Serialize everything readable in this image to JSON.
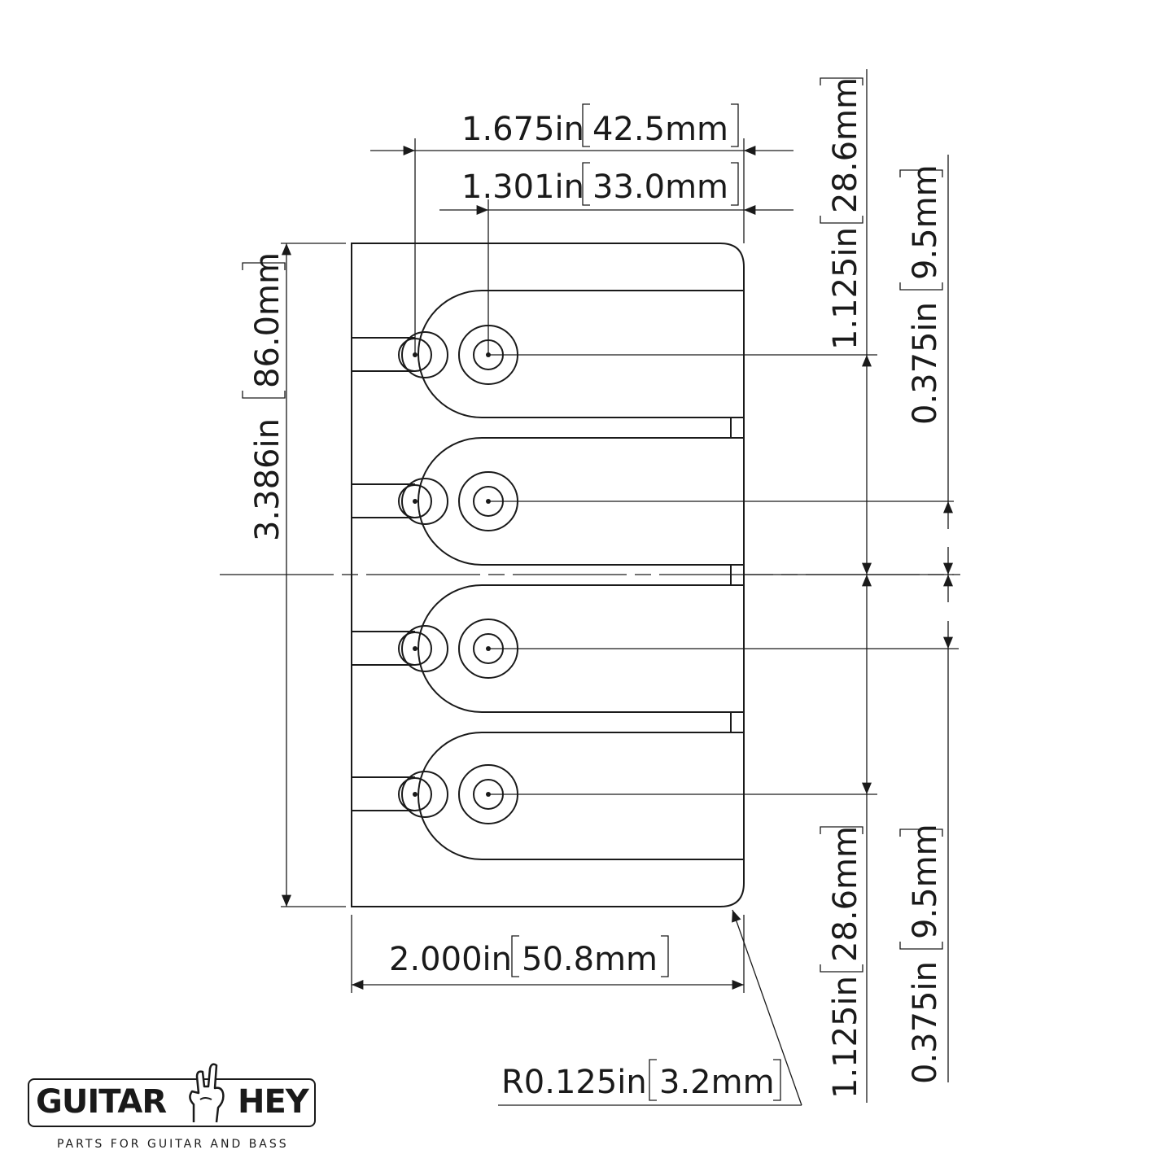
{
  "dimensions": {
    "width_top_outer": "1.675in",
    "width_top_outer_mm": "42.5mm",
    "width_top_inner": "1.301in",
    "width_top_inner_mm": "33.0mm",
    "height_overall": "3.386in",
    "height_overall_mm": "86.0mm",
    "width_bottom": "2.000in",
    "width_bottom_mm": "50.8mm",
    "radius": "R0.125in",
    "radius_mm": "3.2mm",
    "spacing_upper": "1.125in",
    "spacing_upper_mm": "28.6mm",
    "offset_upper": "0.375in",
    "offset_upper_mm": "9.5mm",
    "spacing_lower": "1.125in",
    "spacing_lower_mm": "28.6mm",
    "offset_lower": "0.375in",
    "offset_lower_mm": "9.5mm"
  },
  "logo": {
    "left_word": "GUITAR",
    "right_word": "HEY",
    "tagline": "PARTS FOR GUITAR AND BASS"
  },
  "icons": {
    "logo_mark": "rock-hand-icon"
  }
}
